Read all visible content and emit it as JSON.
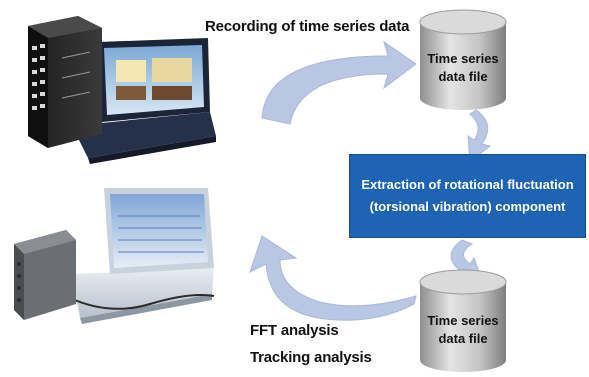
{
  "top_label": "Recording of time series data",
  "cylinder_top": {
    "line1": "Time series",
    "line2": "data file"
  },
  "process_box": {
    "line1": "Extraction of rotational fluctuation",
    "line2": "(torsional vibration) component"
  },
  "cylinder_bottom": {
    "line1": "Time series",
    "line2": "data file"
  },
  "bottom_labels": [
    "FFT analysis",
    "Tracking analysis"
  ],
  "colors": {
    "box": "#1f63b5",
    "arrow": "#b9c6e4",
    "cylinder": "#c8c8c8"
  }
}
